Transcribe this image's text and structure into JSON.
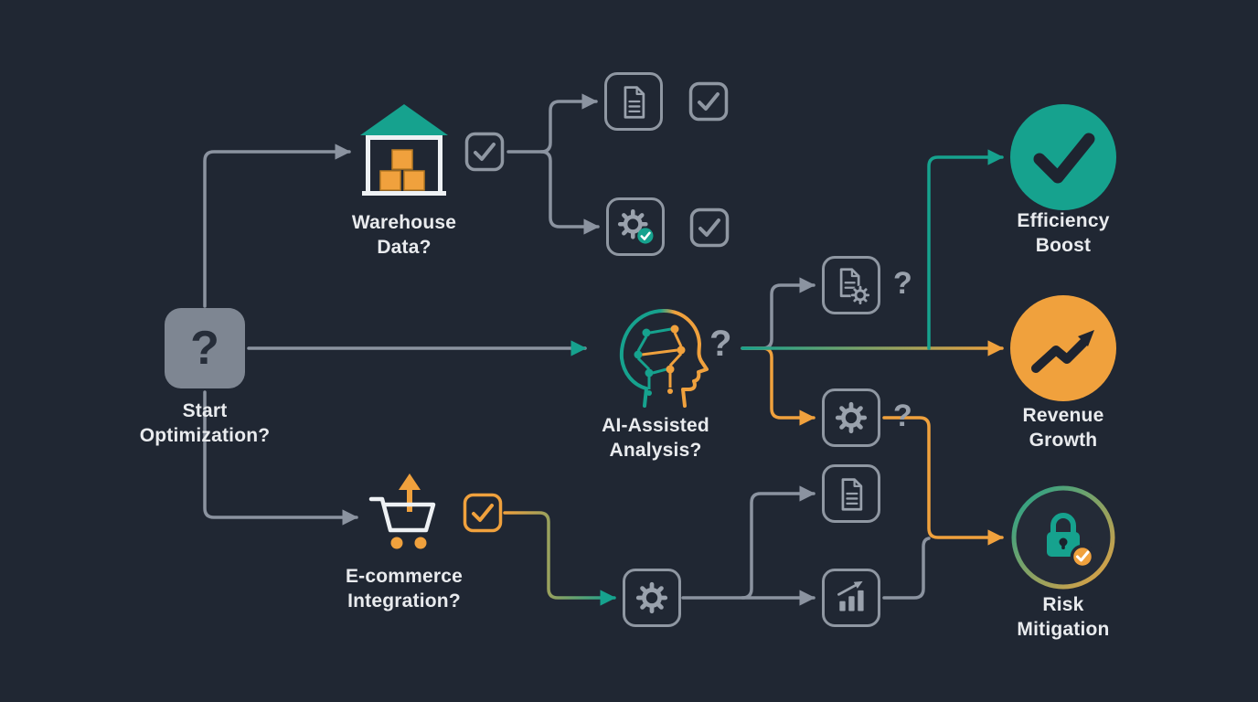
{
  "colors": {
    "background": "#202733",
    "gray": "#8b93a0",
    "teal": "#16a28e",
    "orange": "#f0a13d",
    "label_text": "#e9ebee"
  },
  "nodes": {
    "start": {
      "label": "Start\nOptimization?",
      "glyph": "?"
    },
    "warehouse": {
      "label": "Warehouse\nData?"
    },
    "ai_analysis": {
      "label": "AI-Assisted\nAnalysis?",
      "question_mark": "?"
    },
    "ecommerce": {
      "label": "E-commerce\nIntegration?"
    },
    "doc_gear": {
      "question_mark": "?"
    },
    "gear": {
      "question_mark": "?"
    },
    "efficiency": {
      "label": "Efficiency\nBoost"
    },
    "revenue": {
      "label": "Revenue\nGrowth"
    },
    "risk": {
      "label": "Risk\nMitigation"
    }
  },
  "icons": {
    "start": "question-mark-icon",
    "warehouse": "warehouse-icon",
    "checkbox": "checkbox-check-icon",
    "document": "document-icon",
    "gear_check": "gear-check-icon",
    "ai_head": "ai-brain-head-icon",
    "document_gear": "document-gear-icon",
    "gear": "gear-icon",
    "cart": "shopping-cart-up-arrow-icon",
    "bar_chart": "bar-chart-icon",
    "efficiency": "check-icon",
    "revenue": "growth-arrow-icon",
    "risk": "lock-check-icon"
  }
}
